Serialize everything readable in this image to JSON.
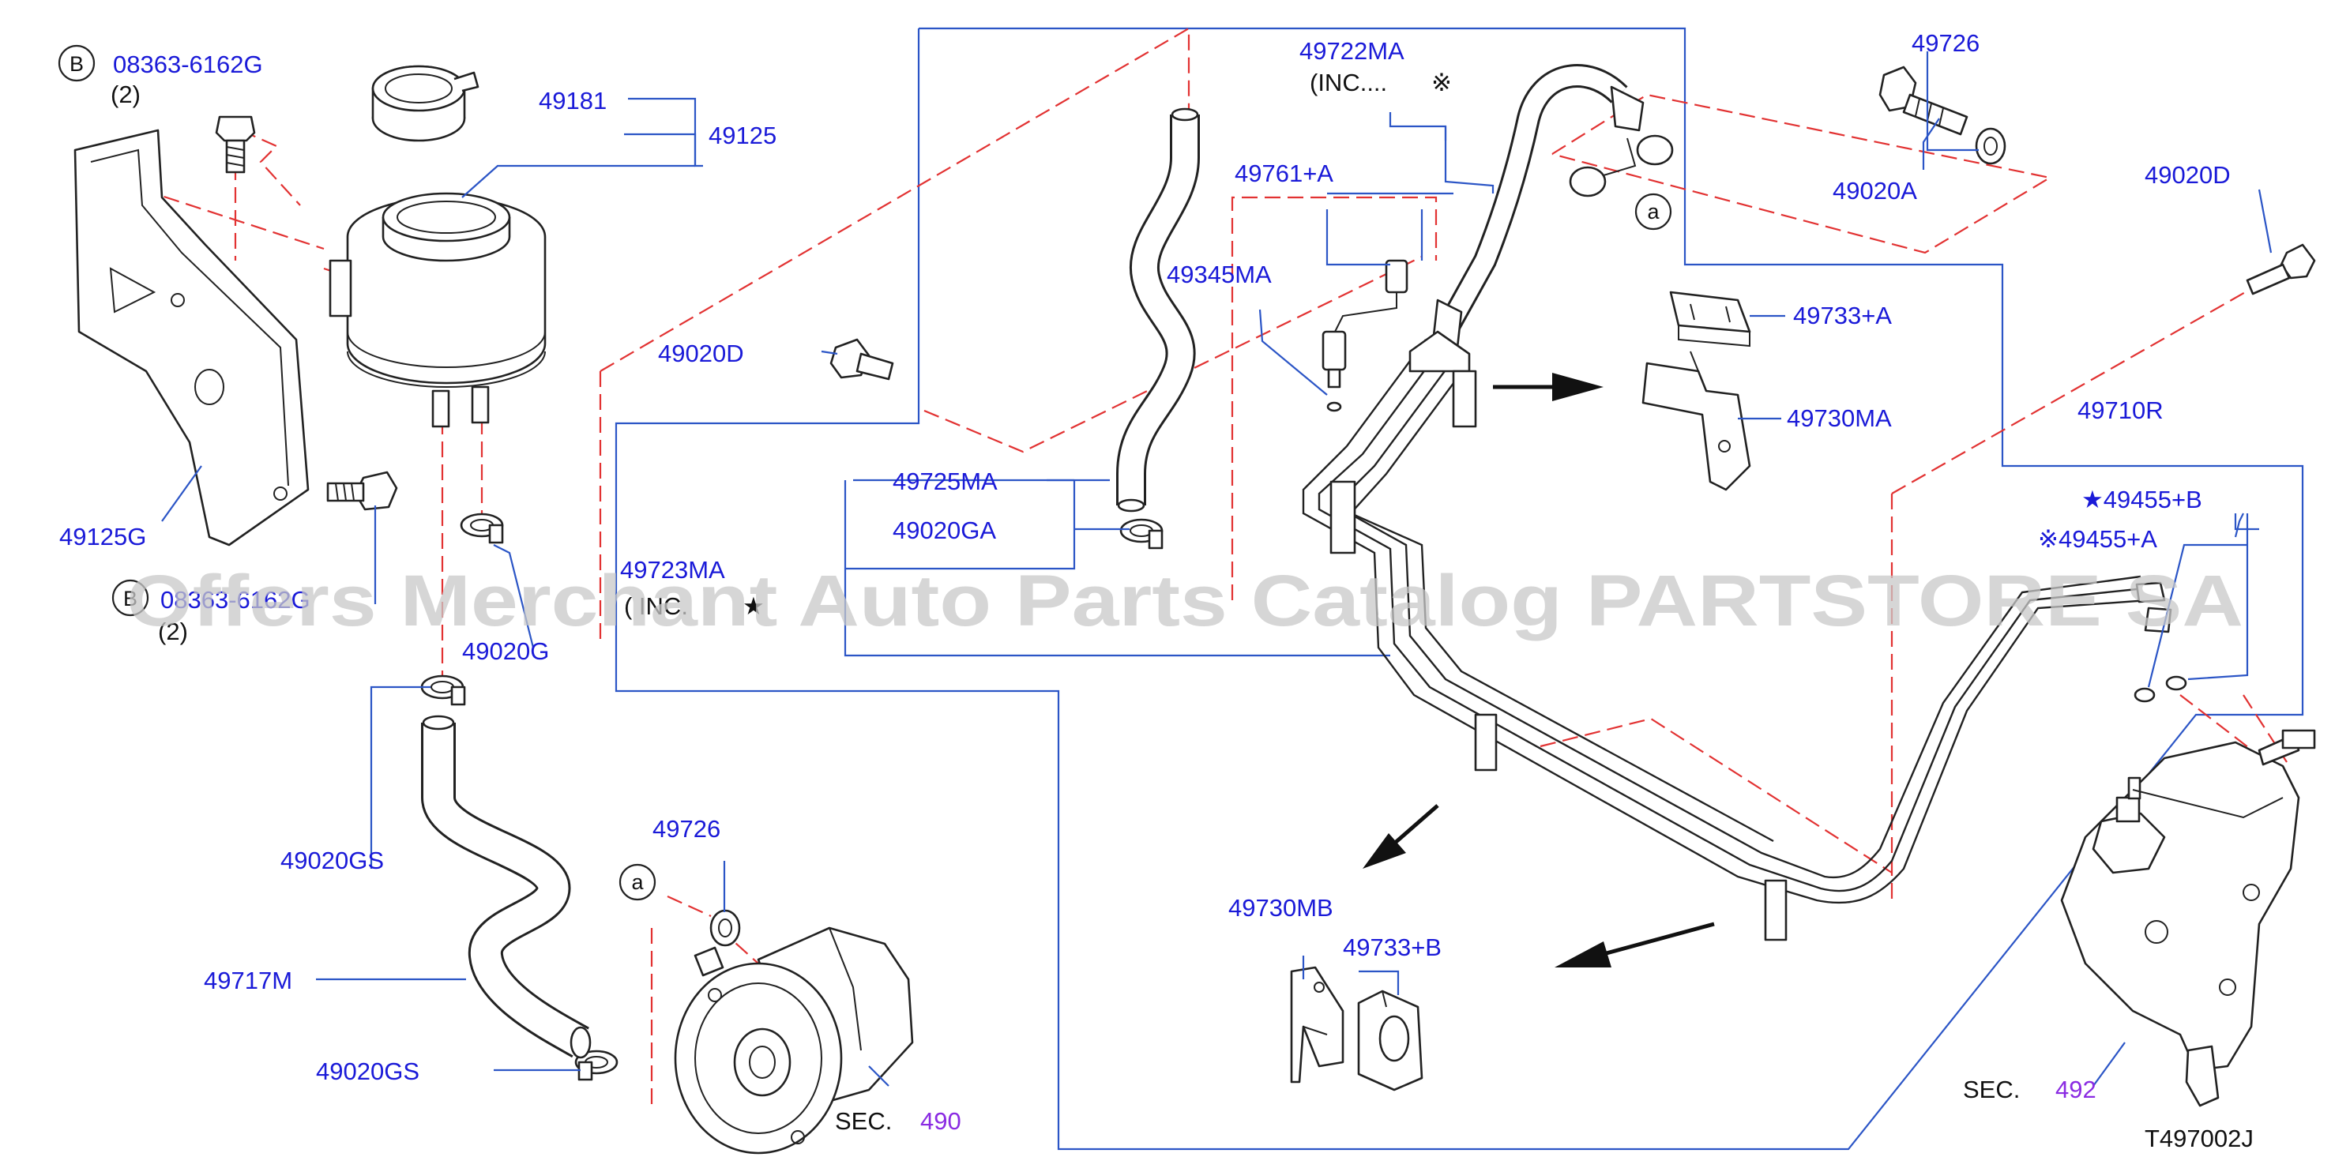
{
  "diagram_code": "T497002J",
  "watermark": "Offers Merchant Auto Parts Catalog PARTSTORE SA",
  "callouts": {
    "bolt_code_top": "B",
    "bolt_code_bottom": "B",
    "connector_a_top": "a",
    "connector_a_bottom": "a"
  },
  "parts": {
    "p08363_top": "08363-6162G",
    "qty_top": "(2)",
    "p08363_bottom": "08363-6162G",
    "qty_bottom": "(2)",
    "p49181": "49181",
    "p49125": "49125",
    "p49125G": "49125G",
    "p49020G": "49020G",
    "p49020GS_a": "49020GS",
    "p49717M": "49717M",
    "p49020GS_b": "49020GS",
    "p49726_bottom": "49726",
    "sec_label_1": "SEC.",
    "sec_number_1": "490",
    "p49020D_left": "49020D",
    "p49725MA": "49725MA",
    "p49020GA": "49020GA",
    "p49723MA": "49723MA",
    "inc_723": "( INC.",
    "star_723": "★",
    "p49345MA": "49345MA",
    "p49722MA": "49722MA",
    "inc_722": "(INC....",
    "asterisk_722": "※",
    "p49761A": "49761+A",
    "p49726_top": "49726",
    "p49020A": "49020A",
    "p49020D_right": "49020D",
    "p49733A": "49733+A",
    "p49730MA": "49730MA",
    "p49710R": "49710R",
    "p49455B": "★49455+B",
    "p49455A": "※49455+A",
    "p49730MB": "49730MB",
    "p49733B": "49733+B",
    "sec_label_2": "SEC.",
    "sec_number_2": "492"
  },
  "colors": {
    "part_label": "#1a1ad8",
    "leader_line": "#2b55c6",
    "dashed_guide": "#e23232",
    "section_ref": "#8a2be2",
    "outline": "#222222"
  }
}
